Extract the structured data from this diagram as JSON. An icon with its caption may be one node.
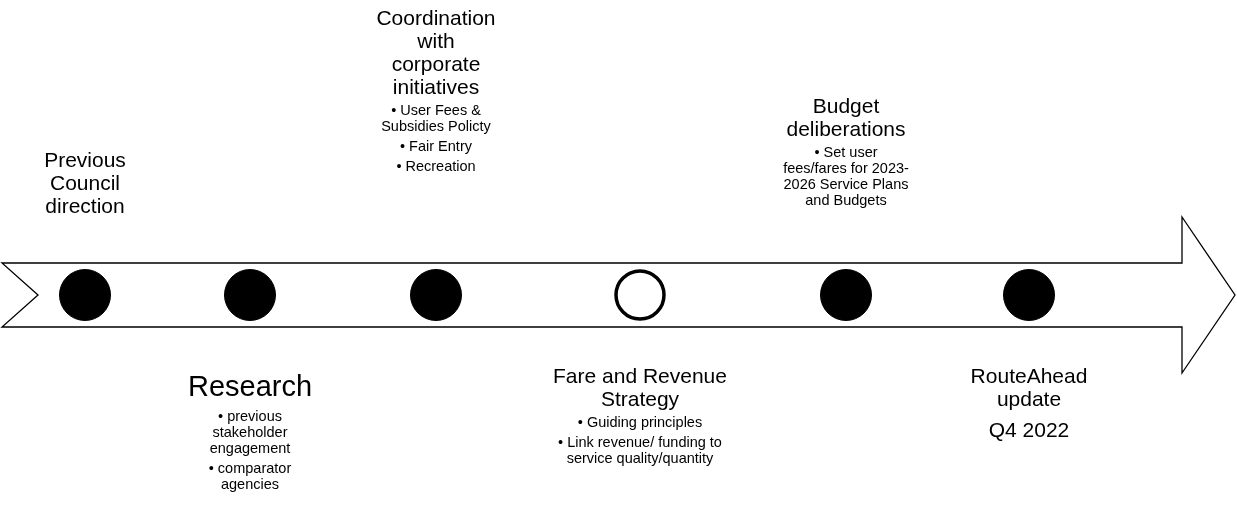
{
  "diagram": {
    "nodes": [
      {
        "text": [],
        "shape": "circle",
        "beside": [
          "Previous Council direction"
        ]
      },
      {
        "text": [],
        "shape": "circle",
        "beside": [
          "Research",
          "• previous stakeholder engagement",
          "• comparator agencies"
        ]
      },
      {
        "text": [],
        "shape": "circle",
        "beside": [
          "Coordination with corporate initiatives",
          "• User Fees & Subsidies Policty",
          "• Fair Entry",
          "• Recreation"
        ]
      },
      {
        "text": [],
        "shape": "circle",
        "beside": [
          "Fare and Revenue Strategy",
          "• Guiding principles",
          "• Link revenue/ funding to service quality/quantity"
        ]
      },
      {
        "text": [],
        "shape": "circle",
        "beside": [
          "Budget deliberations",
          "• Set user fees/fares for 2023-2026 Service Plans and Budgets"
        ]
      },
      {
        "text": [],
        "shape": "circle",
        "beside": [
          "RouteAhead update",
          "Q4 2022"
        ]
      }
    ],
    "edges": []
  }
}
